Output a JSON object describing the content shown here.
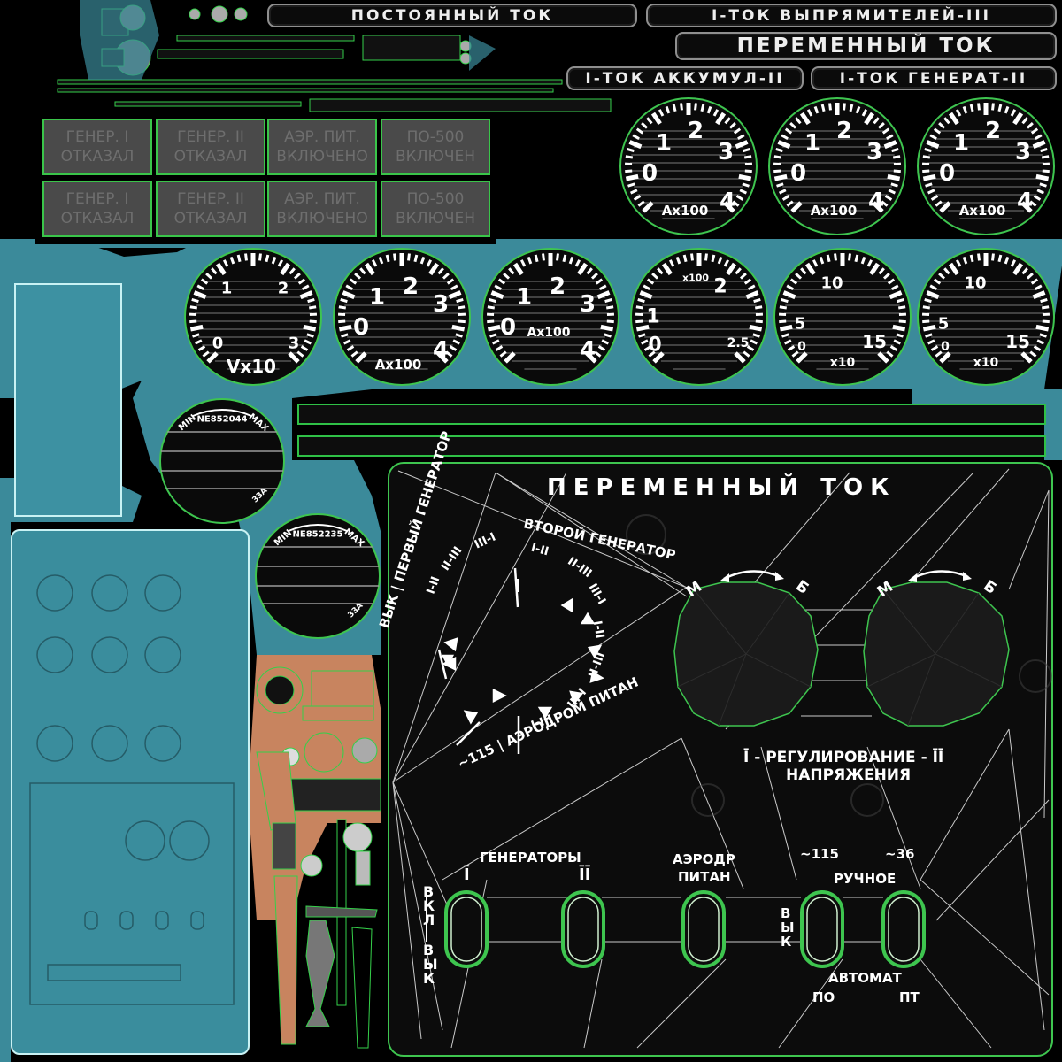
{
  "colors": {
    "accent": "#3ec54f",
    "teal": "#3d8fa0",
    "skin": "#c8845f",
    "panel": "#0c0c0c"
  },
  "labels": {
    "dc": "ПОСТОЯННЫЙ ТОК",
    "rectifiers": "I-ТОК ВЫПРЯМИТЕЛЕЙ-III",
    "ac": "ПЕРЕМЕННЫЙ ТОК",
    "battery": "I-ТОК АККУМУЛ-II",
    "generator": "I-ТОК ГЕНЕРАТ-II"
  },
  "warning_lamps": [
    {
      "line1": "ГЕНЕР. I",
      "line2": "ОТКАЗАЛ"
    },
    {
      "line1": "ГЕНЕР. II",
      "line2": "ОТКАЗАЛ"
    },
    {
      "line1": "АЭР. ПИТ.",
      "line2": "ВКЛЮЧЕНО"
    },
    {
      "line1": "ПО-500",
      "line2": "ВКЛЮЧЕН"
    },
    {
      "line1": "ГЕНЕР. I",
      "line2": "ОТКАЗАЛ"
    },
    {
      "line1": "ГЕНЕР. II",
      "line2": "ОТКАЗАЛ"
    },
    {
      "line1": "АЭР. ПИТ.",
      "line2": "ВКЛЮЧЕНО"
    },
    {
      "line1": "ПО-500",
      "line2": "ВКЛЮЧЕН"
    }
  ],
  "gauges_top": [
    {
      "n0": "0",
      "n1": "1",
      "n2": "2",
      "n3": "3",
      "n4": "4",
      "unit": "Ax100"
    },
    {
      "n0": "0",
      "n1": "1",
      "n2": "2",
      "n3": "3",
      "n4": "4",
      "unit": "Ax100"
    },
    {
      "n0": "0",
      "n1": "1",
      "n2": "2",
      "n3": "3",
      "n4": "4",
      "unit": "Ax100"
    }
  ],
  "gauges_mid": [
    {
      "a": "0",
      "b": "1",
      "c": "2",
      "d": "3",
      "unit": "Vx10"
    },
    {
      "a": "0",
      "b": "1",
      "c": "2",
      "d": "3",
      "e": "4",
      "unit": "Ax100"
    },
    {
      "a": "0",
      "b": "1",
      "c": "2",
      "d": "3",
      "e": "4",
      "unit": "Ax100"
    },
    {
      "a": "0",
      "b": "1",
      "c": "2",
      "d": "2.5",
      "top": "x100"
    },
    {
      "a": "0",
      "b": "5",
      "c": "10",
      "d": "15",
      "unit": "x10"
    },
    {
      "a": "0",
      "b": "5",
      "c": "10",
      "d": "15",
      "unit": "x10"
    }
  ],
  "small_gauges": [
    {
      "min": "MIN",
      "max": "MAX",
      "serial": "NE852044",
      "code": "33A"
    },
    {
      "min": "MIN",
      "max": "MAX",
      "serial": "NE852235",
      "code": "33A"
    }
  ],
  "panel": {
    "title": "ПЕРЕМЕННЫЙ ТОК",
    "dial_outer_left": "ВЫК | ПЕРВЫЙ ГЕНЕРАТОР",
    "dial_outer_right": "ВТОРОЙ ГЕНЕРАТОР",
    "dial_bottom": "~115 | АЭРОДРОМ ПИТАН",
    "pos": [
      "I-II",
      "II-III",
      "III-I",
      "I-II",
      "II-III",
      "III-I",
      "I-II",
      "II-III",
      "III-I",
      "I-III"
    ],
    "knob_left_m": "М",
    "knob_left_b": "Б",
    "knob_right_m": "М",
    "knob_right_b": "Б",
    "reg_line1": "Ī - РЕГУЛИРОВАНИЕ - ĪĪ",
    "reg_line2": "НАПРЯЖЕНИЯ",
    "generators": "ГЕНЕРАТОРЫ",
    "gen1": "Ī",
    "gen2": "ĪĪ",
    "aero1": "АЭРОДР",
    "aero2": "ПИТАН",
    "v115": "~115",
    "v36": "~36",
    "manual": "РУЧНОЕ",
    "vkl": "ВКЛ",
    "vyk": "ВЫК",
    "vyk2": "ВЫК",
    "auto": "АВТОМАТ",
    "po": "ПО",
    "pt": "ПТ"
  }
}
